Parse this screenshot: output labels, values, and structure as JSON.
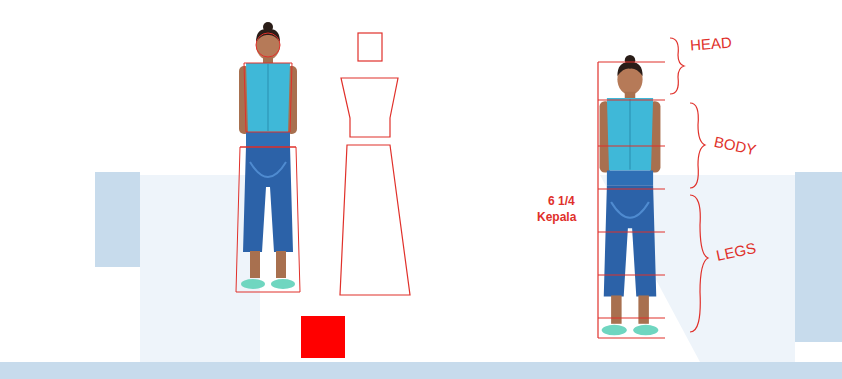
{
  "diagram": {
    "labels": [
      "HEAD",
      "BODY",
      "LEGS",
      "6 1/4",
      "Kepala"
    ]
  }
}
